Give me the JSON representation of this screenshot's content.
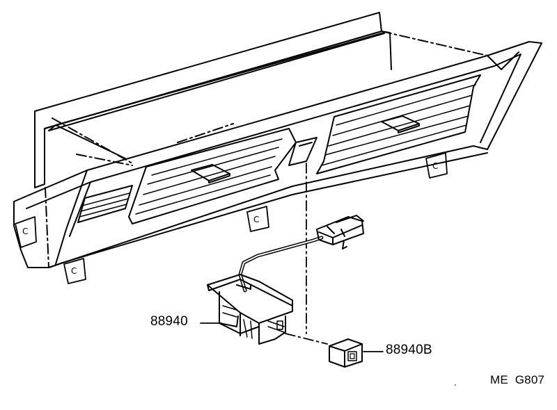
{
  "parts": [
    {
      "part_number": "88940"
    },
    {
      "part_number": "88940B"
    }
  ],
  "illustration_code": "ME  G807",
  "colors": {
    "line": "#000000",
    "background": "#ffffff"
  }
}
